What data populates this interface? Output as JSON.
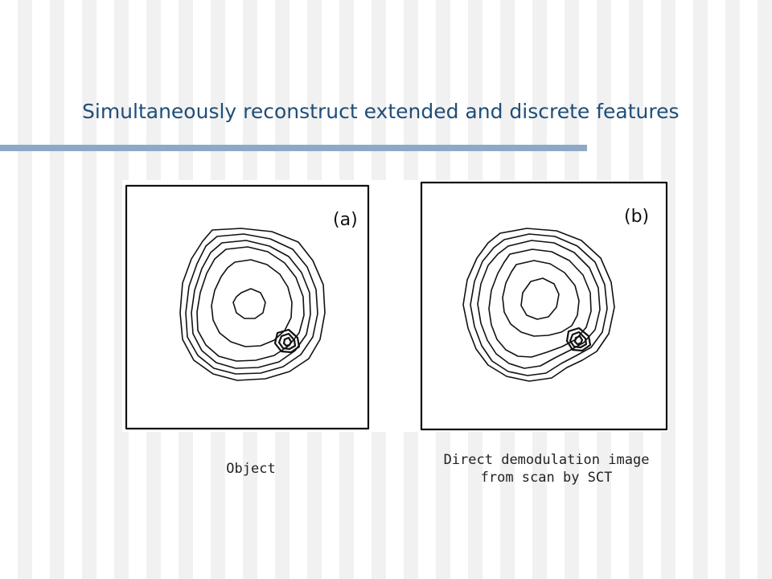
{
  "slide": {
    "title": "Simultaneously reconstruct extended and discrete features"
  },
  "panels": {
    "a": {
      "label": "(a)"
    },
    "b": {
      "label": "(b)"
    }
  },
  "captions": {
    "object": "Object",
    "demodulation_line1": "Direct demodulation image",
    "demodulation_line2": "from scan by SCT"
  },
  "colors": {
    "title": "#1f4e79",
    "rule": "#8ea9c8",
    "stripe": "#f1f1f1"
  }
}
